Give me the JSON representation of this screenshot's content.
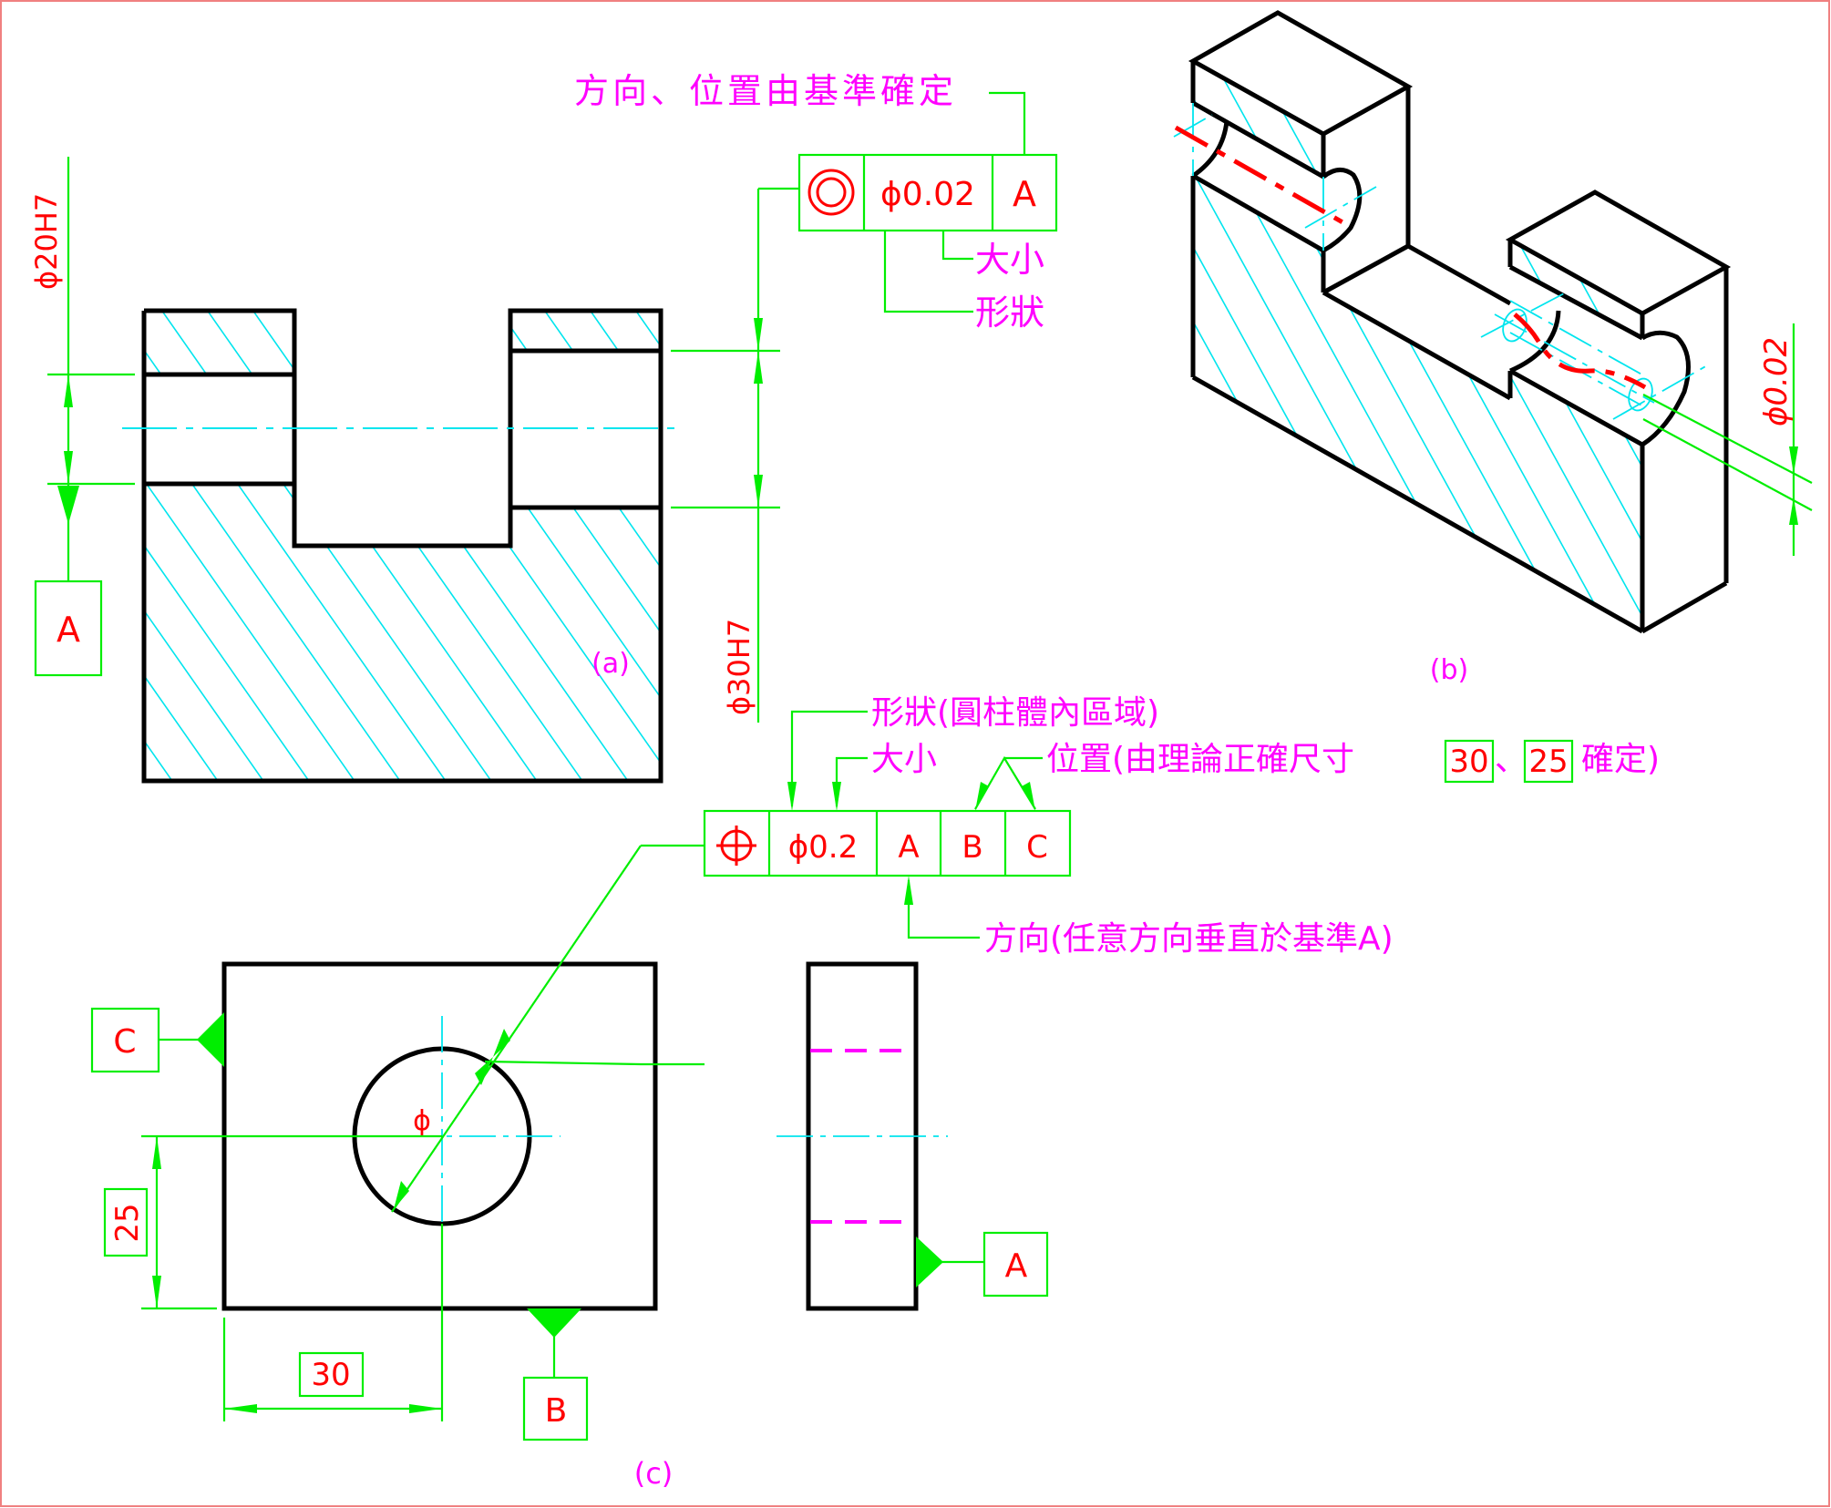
{
  "colors": {
    "object_line": "#000000",
    "hatch": "#00e5ee",
    "dimension": "#00ee00",
    "value_text": "#ff0000",
    "annotation_text": "#ff00ff",
    "border": "#f08080"
  },
  "figure_a": {
    "label": "(a)",
    "dim_small": "ϕ20H7",
    "dim_large": "ϕ30H7",
    "datum": "A",
    "frame": {
      "symbol": "concentricity-icon",
      "tolerance": "ϕ0.02",
      "datum_ref": "A"
    },
    "note_direction_position": "方向、位置由基準確定",
    "note_size": "大小",
    "note_shape": "形狀"
  },
  "figure_b": {
    "label": "(b)",
    "tolerance_zone": "ϕ0.02"
  },
  "figure_c": {
    "label": "(c)",
    "frame": {
      "symbol": "position-icon",
      "tolerance": "ϕ0.2",
      "datum_1": "A",
      "datum_2": "B",
      "datum_3": "C"
    },
    "note_shape": "形狀(圓柱體內區域)",
    "note_size": "大小",
    "note_position_prefix": "位置(由理論正確尺寸",
    "note_position_box1": "30",
    "note_position_sep": "、",
    "note_position_box2": "25",
    "note_position_suffix": "確定)",
    "note_direction": "方向(任意方向垂直於基準A)",
    "diameter_symbol": "ϕ",
    "basic_dim_x": "30",
    "basic_dim_y": "25",
    "datum_a": "A",
    "datum_b": "B",
    "datum_c": "C"
  }
}
